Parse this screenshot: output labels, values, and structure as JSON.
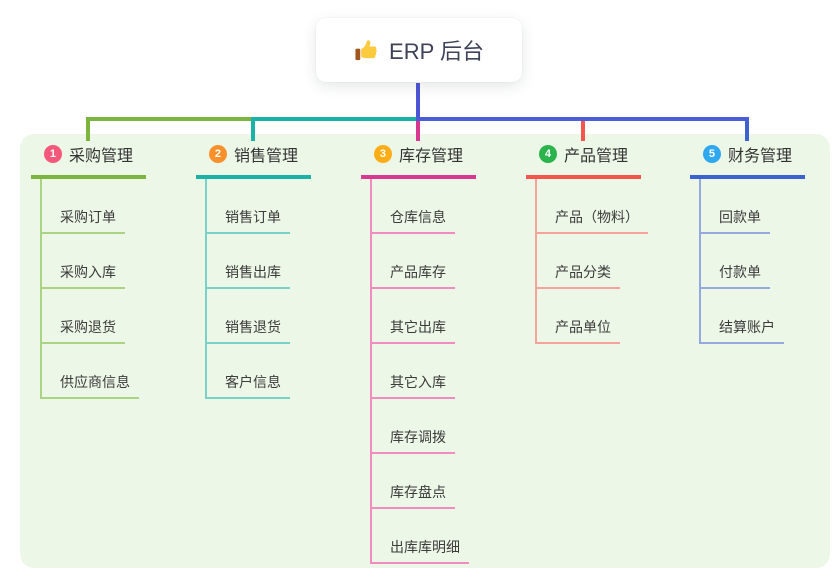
{
  "root": {
    "label": "ERP 后台",
    "icon": "thumbs-up-icon"
  },
  "background": {
    "page_color": "#ffffff",
    "panel_color": "#edf7e7"
  },
  "connectors": {
    "root_line": "#4c55d6",
    "segment_left": "#7cb53e",
    "segment_mid": "#19b2a5",
    "segment_right": "#4a5cd6"
  },
  "branches": [
    {
      "index": "1",
      "label": "采购管理",
      "badge_color": "#f4587a",
      "line_color": "#7cb53e",
      "child_line_color": "#aad383",
      "children": [
        "采购订单",
        "采购入库",
        "采购退货",
        "供应商信息"
      ]
    },
    {
      "index": "2",
      "label": "销售管理",
      "badge_color": "#f8912c",
      "line_color": "#19b2a5",
      "child_line_color": "#7bd1c7",
      "children": [
        "销售订单",
        "销售出库",
        "销售退货",
        "客户信息"
      ]
    },
    {
      "index": "3",
      "label": "库存管理",
      "badge_color": "#ffad17",
      "line_color": "#d93890",
      "child_line_color": "#f08cc0",
      "children": [
        "仓库信息",
        "产品库存",
        "其它出库",
        "其它入库",
        "库存调拨",
        "库存盘点",
        "出库库明细"
      ]
    },
    {
      "index": "4",
      "label": "产品管理",
      "badge_color": "#2cb44c",
      "line_color": "#f4564e",
      "child_line_color": "#f8a29c",
      "children": [
        "产品（物料）",
        "产品分类",
        "产品单位"
      ]
    },
    {
      "index": "5",
      "label": "财务管理",
      "badge_color": "#2fa8f0",
      "line_color": "#3b62cf",
      "child_line_color": "#93a9e0",
      "children": [
        "回款单",
        "付款单",
        "结算账户"
      ]
    }
  ]
}
